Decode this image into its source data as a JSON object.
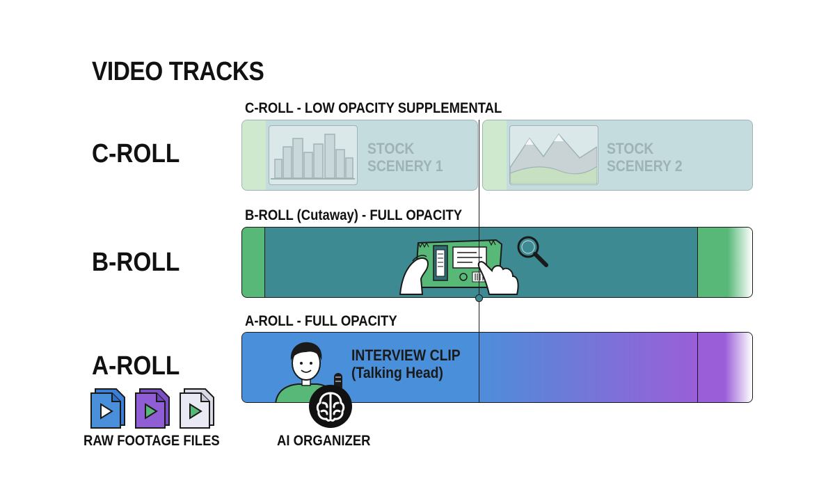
{
  "header": {
    "title": "VIDEO TRACKS"
  },
  "rows": {
    "c": {
      "name": "C-ROLL",
      "track_label": "C-ROLL - LOW OPACITY SUPPLEMENTAL"
    },
    "b": {
      "name": "B-ROLL",
      "track_label": "B-ROLL (Cutaway) - FULL OPACITY"
    },
    "a": {
      "name": "A-ROLL",
      "track_label": "A-ROLL - FULL OPACITY"
    }
  },
  "clips": {
    "stock1": {
      "line1": "STOCK",
      "line2": "SCENERY 1",
      "icon": "city-skyline-icon"
    },
    "stock2": {
      "line1": "STOCK",
      "line2": "SCENERY 2",
      "icon": "mountain-landscape-icon"
    },
    "cutaway": {
      "icon": "hands-holding-package-icon"
    },
    "interview": {
      "line1": "INTERVIEW CLIP",
      "line2": "(Talking Head)",
      "icon": "person-with-microphone-icon"
    }
  },
  "captions": {
    "raw_footage": "RAW FOOTAGE FILES",
    "ai_organizer": "AI ORGANIZER"
  },
  "colors": {
    "c_roll": "#c5dfe0",
    "c_roll_edge": "#cfe9cf",
    "b_roll": "#3d8a93",
    "b_roll_edge": "#58b878",
    "a_roll_start": "#4a8fd9",
    "a_roll_end": "#9a5fd8"
  }
}
